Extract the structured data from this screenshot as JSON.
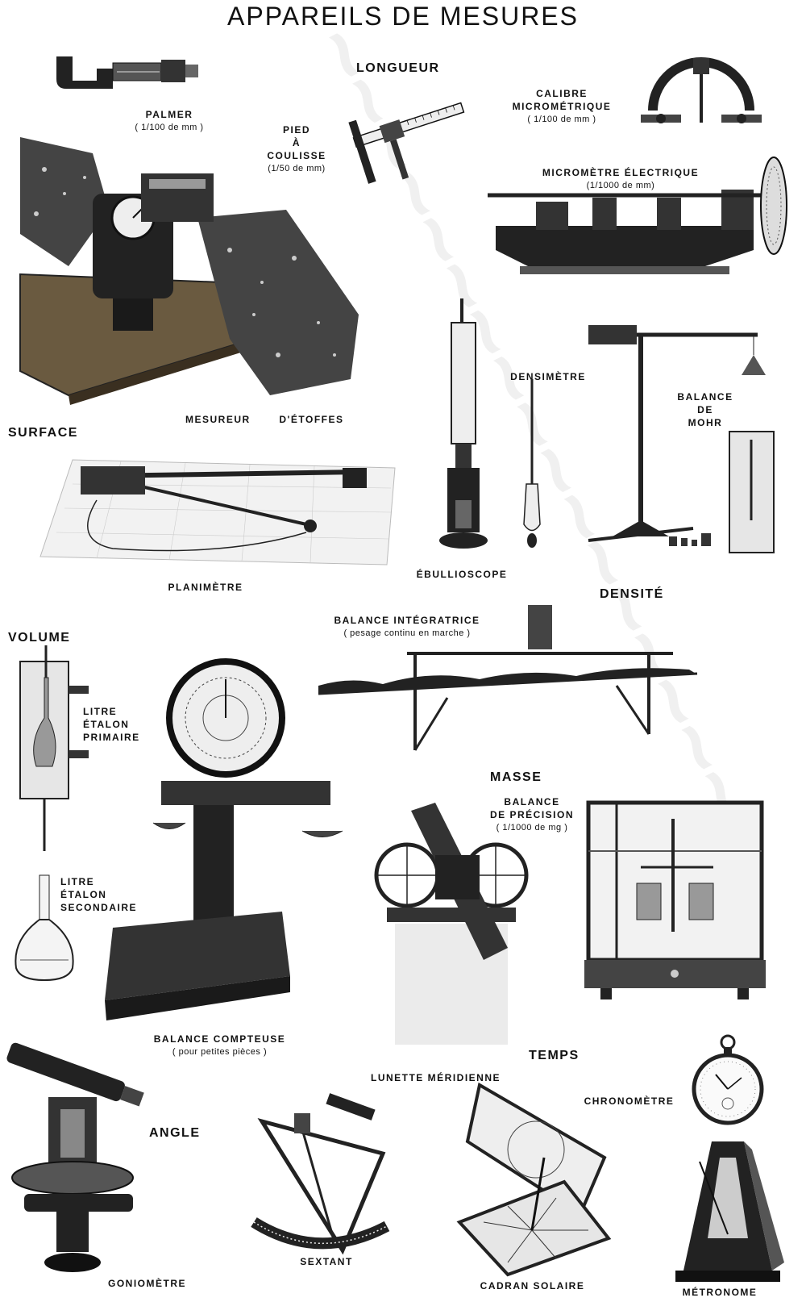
{
  "title": "APPAREILS DE MESURES",
  "categories": {
    "longueur": "LONGUEUR",
    "surface": "SURFACE",
    "densite": "DENSITÉ",
    "volume": "VOLUME",
    "masse": "MASSE",
    "temps": "TEMPS",
    "angle": "ANGLE"
  },
  "instruments": {
    "palmer": {
      "name": "PALMER",
      "precision": "( 1/100 de mm )"
    },
    "pied_a_coulisse": {
      "name1": "PIED",
      "name2": "À",
      "name3": "COULISSE",
      "precision": "(1/50 de mm)"
    },
    "calibre": {
      "name1": "CALIBRE",
      "name2": "MICROMÉTRIQUE",
      "precision": "( 1/100 de mm )"
    },
    "micrometre": {
      "name": "MICROMÈTRE ÉLECTRIQUE",
      "precision": "(1/1000 de mm)"
    },
    "mesureur": {
      "name1": "MESUREUR",
      "name2": "D'ÉTOFFES"
    },
    "planimetre": {
      "name": "PLANIMÈTRE"
    },
    "ebullioscope": {
      "name": "ÉBULLIOSCOPE"
    },
    "densimetre": {
      "name": "DENSIMÈTRE"
    },
    "mohr": {
      "name1": "BALANCE",
      "name2": "DE",
      "name3": "MOHR"
    },
    "litre_primaire": {
      "name1": "LITRE",
      "name2": "ÉTALON",
      "name3": "PRIMAIRE"
    },
    "litre_secondaire": {
      "name1": "LITRE",
      "name2": "ÉTALON",
      "name3": "SECONDAIRE"
    },
    "balance_integratrice": {
      "name": "BALANCE INTÉGRATRICE",
      "note": "( pesage continu en marche )"
    },
    "balance_precision": {
      "name1": "BALANCE",
      "name2": "DE PRÉCISION",
      "precision": "( 1/1000 de mg )"
    },
    "balance_compteuse": {
      "name": "BALANCE COMPTEUSE",
      "note": "( pour petites pièces )"
    },
    "lunette": {
      "name": "LUNETTE MÉRIDIENNE"
    },
    "chronometre": {
      "name": "CHRONOMÈTRE"
    },
    "goniometre": {
      "name": "GONIOMÈTRE"
    },
    "sextant": {
      "name": "SEXTANT"
    },
    "cadran": {
      "name": "CADRAN SOLAIRE"
    },
    "metronome": {
      "name": "MÉTRONOME"
    }
  }
}
